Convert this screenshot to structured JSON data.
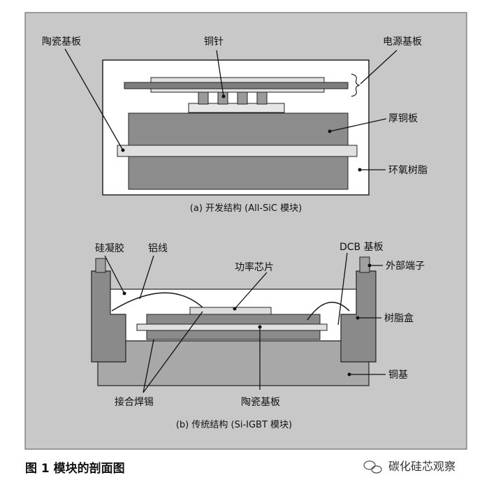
{
  "diagram_a": {
    "labels": {
      "ceramic_substrate": "陶瓷基板",
      "copper_pin": "铜针",
      "power_substrate": "电源基板",
      "thick_copper": "厚铜板",
      "epoxy": "环氧树脂"
    },
    "caption": "(a) 开发结构 (All-SiC 模块)"
  },
  "diagram_b": {
    "labels": {
      "silicone_gel": "硅凝胶",
      "al_wire": "铝线",
      "dcb_substrate": "DCB 基板",
      "power_chip": "功率芯片",
      "external_terminal": "外部端子",
      "resin_case": "树脂盒",
      "copper_base": "铜基",
      "solder": "接合焊锡",
      "ceramic_substrate": "陶瓷基板"
    },
    "caption": "(b) 传统结构 (Si-IGBT 模块)"
  },
  "figure_caption": "图 1  模块的剖面图",
  "watermark": "碳化硅芯观察",
  "colors": {
    "panel_bg": "#c8c8c8",
    "dark_fill": "#8a8a8a",
    "mid_fill": "#a8a8a8",
    "light_fill": "#dcdcdc"
  }
}
